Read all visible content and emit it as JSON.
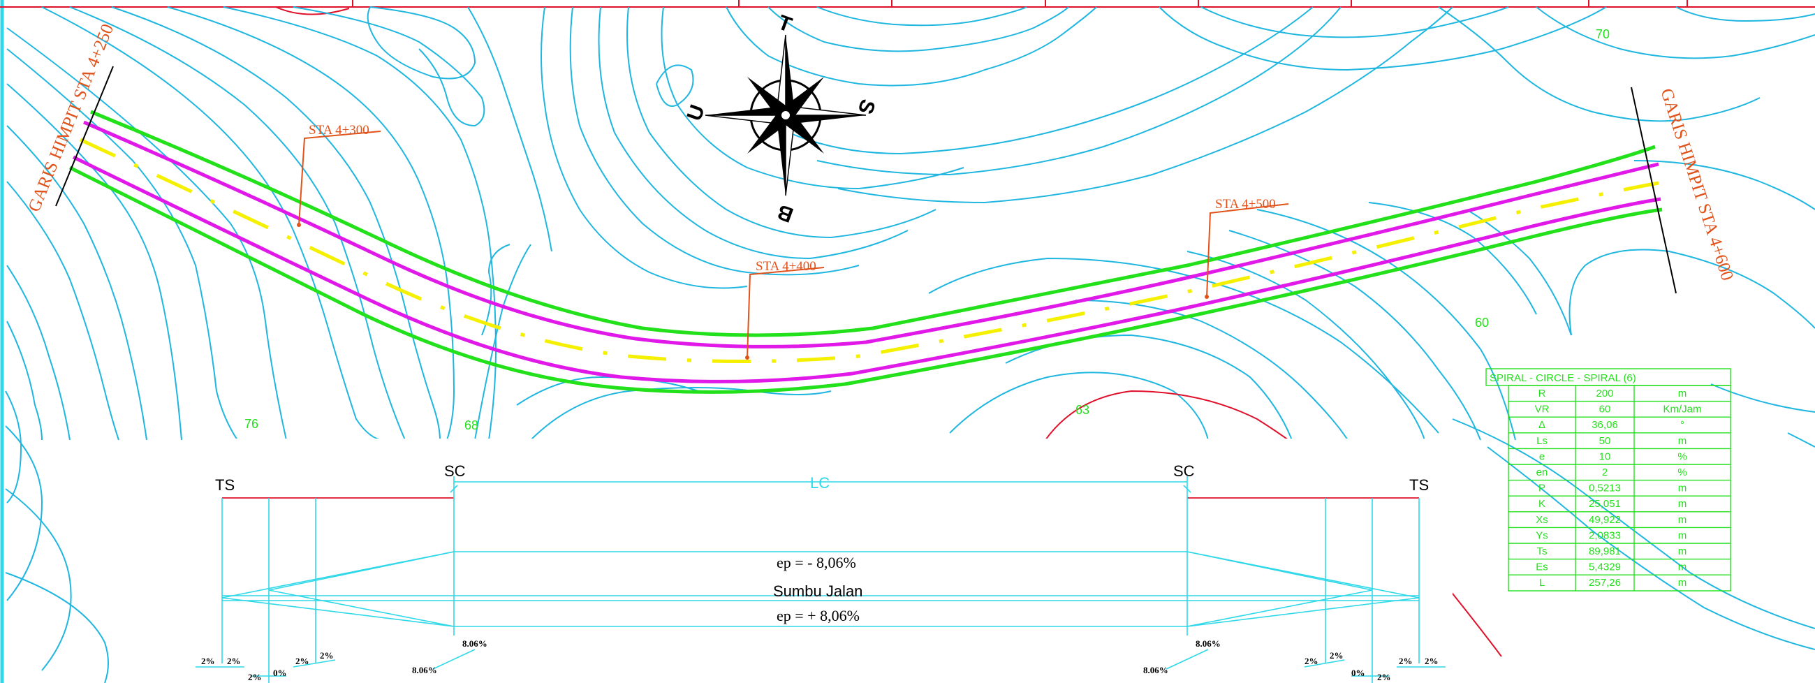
{
  "labels": {
    "sta_300": "STA 4+300",
    "sta_400": "STA 4+400",
    "sta_500": "STA 4+500",
    "himpit_left": "GARIS HIMPIT STA 4+250",
    "himpit_right": "GARIS HIMPIT STA 4+600"
  },
  "compass": {
    "north": "U",
    "south": "S",
    "east": "T",
    "west": "B"
  },
  "elevations": {
    "e70": "70",
    "e60": "60",
    "e76": "76",
    "e68": "68",
    "e63": "63"
  },
  "superelevation": {
    "ts_left": "TS",
    "sc_left": "SC",
    "lc": "LC",
    "sc_right": "SC",
    "ts_right": "TS",
    "ep_minus": "ep = - 8,06%",
    "axis": "Sumbu Jalan",
    "ep_plus": "ep = + 8,06%",
    "pct_2": "2%",
    "pct_0": "0%",
    "pct_806": "8.06%"
  },
  "table": {
    "title": "SPIRAL - CIRCLE - SPIRAL (6)",
    "rows": [
      {
        "param": "R",
        "value": "200",
        "unit": "m"
      },
      {
        "param": "VR",
        "value": "60",
        "unit": "Km/Jam"
      },
      {
        "param": "Δ",
        "value": "36,06",
        "unit": "°"
      },
      {
        "param": "Ls",
        "value": "50",
        "unit": "m"
      },
      {
        "param": "e",
        "value": "10",
        "unit": "%"
      },
      {
        "param": "en",
        "value": "2",
        "unit": "%"
      },
      {
        "param": "P",
        "value": "0,5213",
        "unit": "m"
      },
      {
        "param": "K",
        "value": "25,051",
        "unit": "m"
      },
      {
        "param": "Xs",
        "value": "49,922",
        "unit": "m"
      },
      {
        "param": "Ys",
        "value": "2,0833",
        "unit": "m"
      },
      {
        "param": "Ts",
        "value": "89,981",
        "unit": "m"
      },
      {
        "param": "Es",
        "value": "5,4329",
        "unit": "m"
      },
      {
        "param": "L",
        "value": "257,26",
        "unit": "m"
      }
    ]
  }
}
